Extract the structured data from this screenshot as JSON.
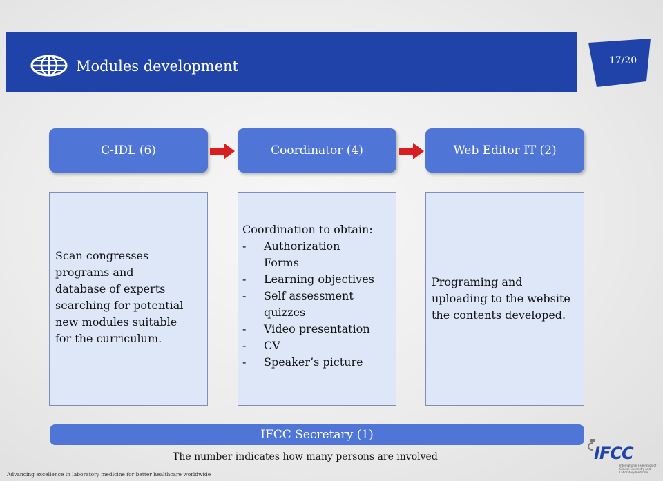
{
  "header": {
    "title": "Modules development",
    "page_number": "17/20",
    "icon": "globe-icon"
  },
  "columns": [
    {
      "heading": "C-IDL (6)",
      "lines": [
        "Scan congresses",
        "programs and",
        "database of experts",
        "searching for potential",
        "new modules suitable",
        "for the curriculum."
      ]
    },
    {
      "heading": "Coordinator (4)",
      "intro": "Coordination to obtain:",
      "bullet": "-",
      "items": [
        "Authorization",
        "Forms",
        "Learning objectives",
        "Self assessment",
        "quizzes",
        "Video presentation",
        "CV",
        "Speaker’s picture"
      ]
    },
    {
      "heading": "Web Editor IT (2)",
      "lines": [
        "Programing and",
        "uploading to the website",
        "the contents developed."
      ]
    }
  ],
  "secretary": "IFCC Secretary (1)",
  "note": "The number indicates how many persons are involved",
  "footer": "Advancing excellence in laboratory medicine for better healthcare worldwide",
  "logo": {
    "text": "IFCC",
    "subtitle": "International Federation of Clinical Chemistry and Laboratory Medicine"
  },
  "colors": {
    "title_bar": "#1f43a8",
    "box_blue": "#4f75d6",
    "box_light": "#dde7f7",
    "arrow_red": "#d81e1e"
  }
}
